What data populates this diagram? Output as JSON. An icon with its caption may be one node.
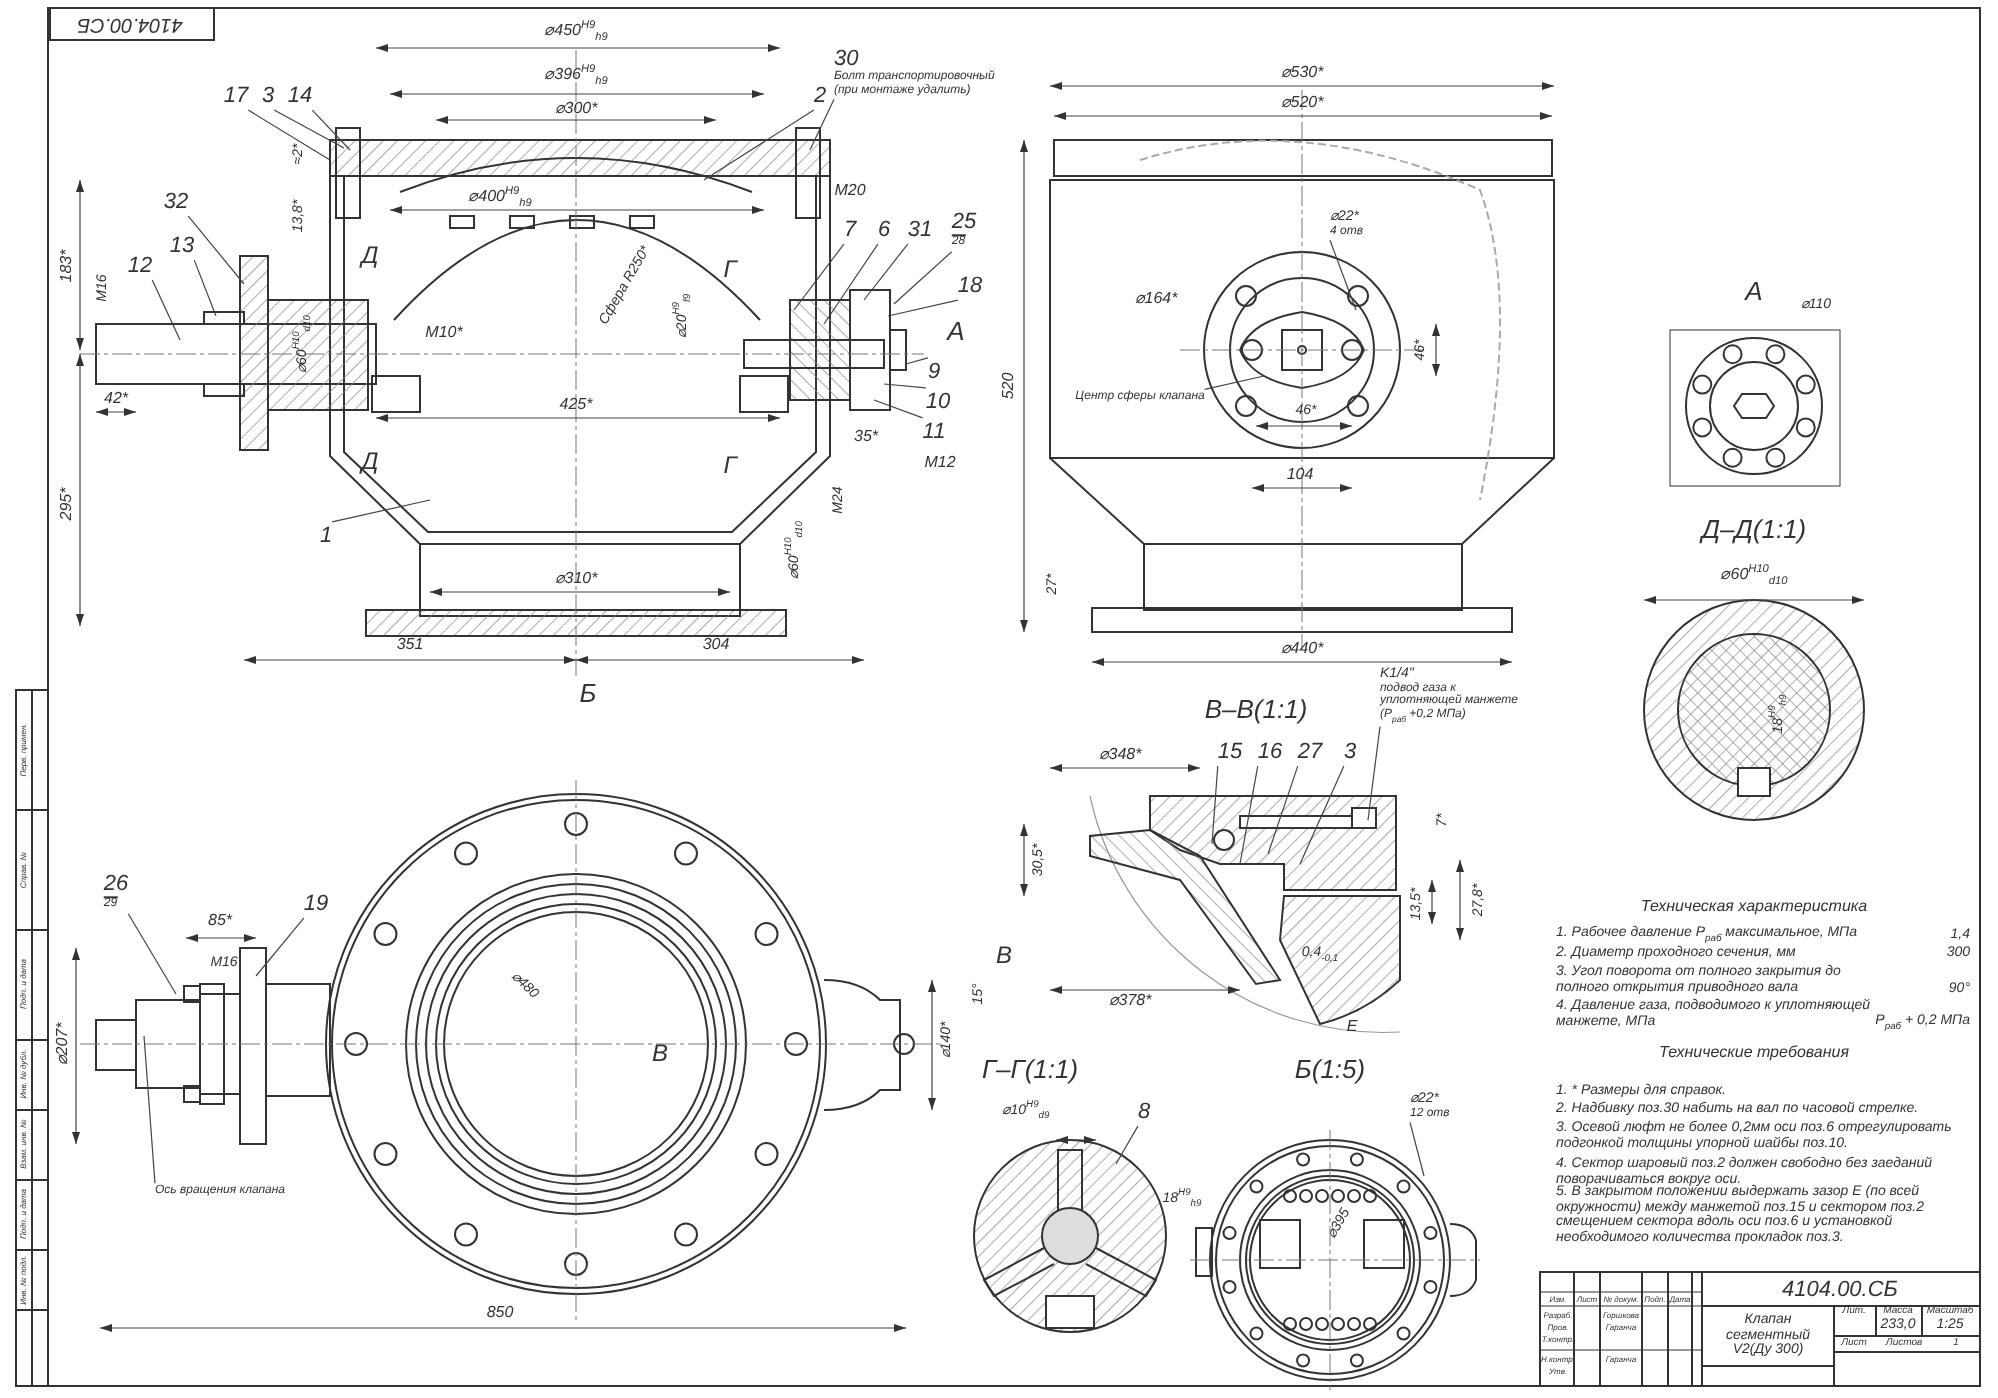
{
  "diagram": {
    "nodes": [
      {
        "text": [
          "17"
        ]
      },
      {
        "text": [
          "3"
        ]
      },
      {
        "text": [
          "14"
        ]
      },
      {
        "text": [
          "2"
        ]
      },
      {
        "text": [
          "30",
          "Болт транспортировочный (при монтаже удалить)"
        ]
      },
      {
        "text": [
          "32"
        ]
      },
      {
        "text": [
          "13"
        ]
      },
      {
        "text": [
          "12"
        ]
      },
      {
        "text": [
          "7"
        ]
      },
      {
        "text": [
          "6"
        ]
      },
      {
        "text": [
          "31"
        ]
      },
      {
        "text": [
          "25",
          "28"
        ]
      },
      {
        "text": [
          "18"
        ]
      },
      {
        "text": [
          "9"
        ]
      },
      {
        "text": [
          "10"
        ]
      },
      {
        "text": [
          "11"
        ]
      },
      {
        "text": [
          "1"
        ]
      },
      {
        "text": [
          "⌀22*",
          "4 отв"
        ]
      },
      {
        "text": [
          "Центр сферы клапана"
        ]
      },
      {
        "text": [
          "26",
          "29"
        ]
      },
      {
        "text": [
          "19"
        ]
      },
      {
        "text": [
          "Ось вращения клапана"
        ]
      },
      {
        "text": [
          "15"
        ]
      },
      {
        "text": [
          "16"
        ]
      },
      {
        "text": [
          "27"
        ]
      },
      {
        "text": [
          "3"
        ]
      },
      {
        "text": [
          "K1/4\"",
          "подвод газа к уплотняющей манжете (P$_{раб}$ +0,2 МПа)"
        ]
      },
      {
        "text": [
          "8"
        ]
      },
      {
        "text": [
          "⌀22*",
          "12 отв"
        ]
      }
    ],
    "edges": [
      {
        "from": 0,
        "to": null,
        "arrow": "none"
      },
      {
        "from": 1,
        "to": null,
        "arrow": "none"
      },
      {
        "from": 2,
        "to": null,
        "arrow": "none"
      },
      {
        "from": 3,
        "to": null,
        "arrow": "none"
      },
      {
        "from": 4,
        "to": null,
        "arrow": "none"
      },
      {
        "from": 5,
        "to": null,
        "arrow": "none"
      },
      {
        "from": 6,
        "to": null,
        "arrow": "none"
      },
      {
        "from": 7,
        "to": null,
        "arrow": "none"
      },
      {
        "from": 8,
        "to": null,
        "arrow": "none"
      },
      {
        "from": 9,
        "to": null,
        "arrow": "none"
      },
      {
        "from": 10,
        "to": null,
        "arrow": "none"
      },
      {
        "from": 11,
        "to": null,
        "arrow": "none"
      },
      {
        "from": 12,
        "to": null,
        "arrow": "none"
      },
      {
        "from": 13,
        "to": null,
        "arrow": "none"
      },
      {
        "from": 14,
        "to": null,
        "arrow": "none"
      },
      {
        "from": 15,
        "to": null,
        "arrow": "none"
      },
      {
        "from": 16,
        "to": null,
        "arrow": "none"
      },
      {
        "from": 17,
        "to": null,
        "arrow": "none"
      },
      {
        "from": 18,
        "to": null,
        "arrow": "none"
      },
      {
        "from": 19,
        "to": null,
        "arrow": "none"
      },
      {
        "from": 20,
        "to": null,
        "arrow": "none"
      },
      {
        "from": 21,
        "to": null,
        "arrow": "none"
      },
      {
        "from": 22,
        "to": null,
        "arrow": "none"
      },
      {
        "from": 23,
        "to": null,
        "arrow": "none"
      },
      {
        "from": 24,
        "to": null,
        "arrow": "none"
      },
      {
        "from": 25,
        "to": null,
        "arrow": "none"
      },
      {
        "from": 26,
        "to": null,
        "arrow": "none"
      },
      {
        "from": 27,
        "to": null,
        "arrow": "none"
      },
      {
        "from": 28,
        "to": null,
        "arrow": "none"
      }
    ],
    "labels": [
      "4104.00.СБ",
      "⌀450$^{H9}$$_{h9}$",
      "⌀396$^{H9}$$_{h9}$",
      "⌀300*",
      "≈2*",
      "13,8*",
      "M20",
      "⌀400$^{H9}$$_{h9}$",
      "183*",
      "M16",
      "Д",
      "Г",
      "Сфера R250*",
      "⌀20$^{H9}$$_{f9}$",
      "⌀60$^{H10}$$_{d10}$",
      "M10*",
      "А",
      "42*",
      "425*",
      "35*",
      "Д",
      "Г",
      "M12",
      "295*",
      "M24",
      "⌀60$^{H10}$$_{d10}$",
      "⌀310*",
      "351",
      "304",
      "Б",
      "⌀530*",
      "⌀520*",
      "520",
      "⌀164*",
      "46*",
      "46*",
      "104",
      "27*",
      "⌀440*",
      "А",
      "⌀110",
      "Д–Д(1:1)",
      "⌀60$^{H10}$$_{d10}$",
      "18$^{H9}$$_{h9}$",
      "85*",
      "M16",
      "⌀207*",
      "⌀480",
      "В",
      "⌀140*",
      "15°",
      "В",
      "850",
      "В–В(1:1)",
      "⌀348*",
      "7*",
      "30,5*",
      "13,5*",
      "27,8*",
      "0,4$_{-0,1}$",
      "⌀378*",
      "E",
      "Г–Г(1:1)",
      "⌀10$^{H9}$$_{d9}$",
      "18$^{H9}$$_{h9}$",
      "Б(1:5)",
      "⌀395",
      "Техническая характеристика",
      "1. Рабочее давление P$_{раб}$ максимальное, МПа",
      "1,4",
      "2. Диаметр проходного сечения, мм",
      "300",
      "3. Угол поворота от полного закрытия до полного открытия приводного вала",
      "90°",
      "4. Давление газа, подводимого к уплотняющей манжете, МПа",
      "P$_{раб}$ + 0,2 МПа",
      "Технические требования",
      "1. * Размеры для справок.",
      "2. Надбивку поз.30 набить на вал по часовой стрелке.",
      "3. Осевой люфт не более 0,2мм оси поз.6 отрегулировать подгонкой толщины упорной шайбы поз.10.",
      "4. Сектор шаровый поз.2 должен свободно без заеданий поворачиваться вокруг оси.",
      "5. В закрытом положении выдержать зазор Е (по всей окружности) между манжетой поз.15 и сектором поз.2 смещением сектора вдоль оси поз.6 и установкой необходимого количества прокладок поз.3.",
      "4104.00.СБ",
      "Изм.",
      "Лист",
      "№ докум.",
      "Подп.",
      "Дата",
      "Разраб.",
      "Горшкова",
      "Пров.",
      "Гаранча",
      "Т.контр.",
      "Н.контр.",
      "Гаранча",
      "Утв.",
      "Клапан сегментный V2(Ду 300)",
      "Лит.",
      "Масса",
      "Масштаб",
      "233,0",
      "1:25",
      "Лист",
      "Листов",
      "1",
      "Перв. примен.",
      "Справ. №",
      "Подп. и дата",
      "Инв. № дубл.",
      "Взам. инв. №",
      "Подп. и дата",
      "Инв. № подл."
    ]
  }
}
